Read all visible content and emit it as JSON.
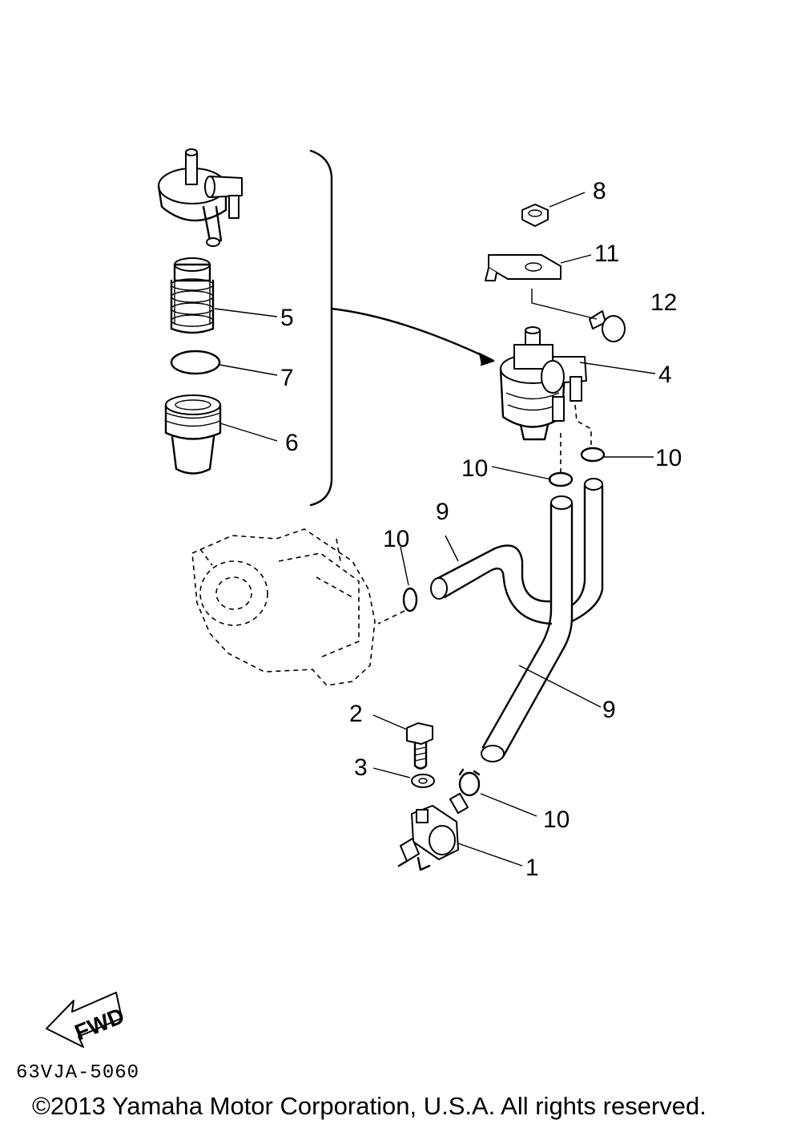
{
  "callouts": [
    {
      "id": "c1",
      "text": "1"
    },
    {
      "id": "c2",
      "text": "2"
    },
    {
      "id": "c3",
      "text": "3"
    },
    {
      "id": "c4",
      "text": "4"
    },
    {
      "id": "c5",
      "text": "5"
    },
    {
      "id": "c6",
      "text": "6"
    },
    {
      "id": "c7",
      "text": "7"
    },
    {
      "id": "c8",
      "text": "8"
    },
    {
      "id": "c9a",
      "text": "9"
    },
    {
      "id": "c9b",
      "text": "9"
    },
    {
      "id": "c10a",
      "text": "10"
    },
    {
      "id": "c10b",
      "text": "10"
    },
    {
      "id": "c10c",
      "text": "10"
    },
    {
      "id": "c10d",
      "text": "10"
    },
    {
      "id": "c11",
      "text": "11"
    },
    {
      "id": "c12",
      "text": "12"
    }
  ],
  "fwd_label": "FWD",
  "diagram_code": "63VJA-5060",
  "copyright": "©2013 Yamaha Motor Corporation, U.S.A. All rights reserved."
}
